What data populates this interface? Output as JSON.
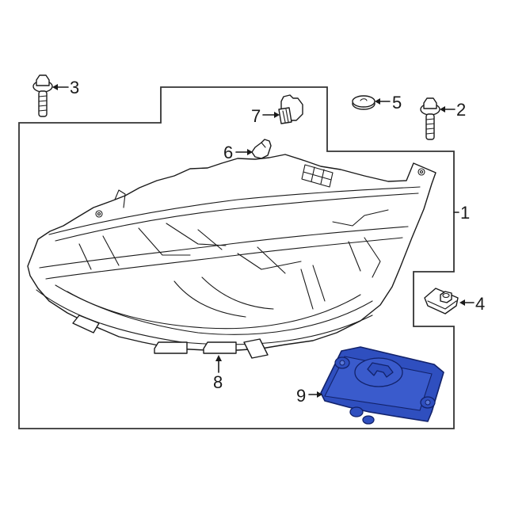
{
  "diagram": {
    "title": "Headlamp assembly exploded parts diagram",
    "highlight_color": "#2f4fbf",
    "frame_color": "#333333",
    "callouts": [
      {
        "id": "1",
        "label": "1",
        "part": "headlamp-assembly"
      },
      {
        "id": "2",
        "label": "2",
        "part": "flange-bolt-right"
      },
      {
        "id": "3",
        "label": "3",
        "part": "flange-bolt-left"
      },
      {
        "id": "4",
        "label": "4",
        "part": "clip-nut"
      },
      {
        "id": "5",
        "label": "5",
        "part": "grommet-cap"
      },
      {
        "id": "6",
        "label": "6",
        "part": "bulb-small"
      },
      {
        "id": "7",
        "label": "7",
        "part": "bulb-socket"
      },
      {
        "id": "8",
        "label": "8",
        "part": "mounting-tab"
      },
      {
        "id": "9",
        "label": "9",
        "part": "control-module",
        "highlighted": true
      }
    ]
  }
}
